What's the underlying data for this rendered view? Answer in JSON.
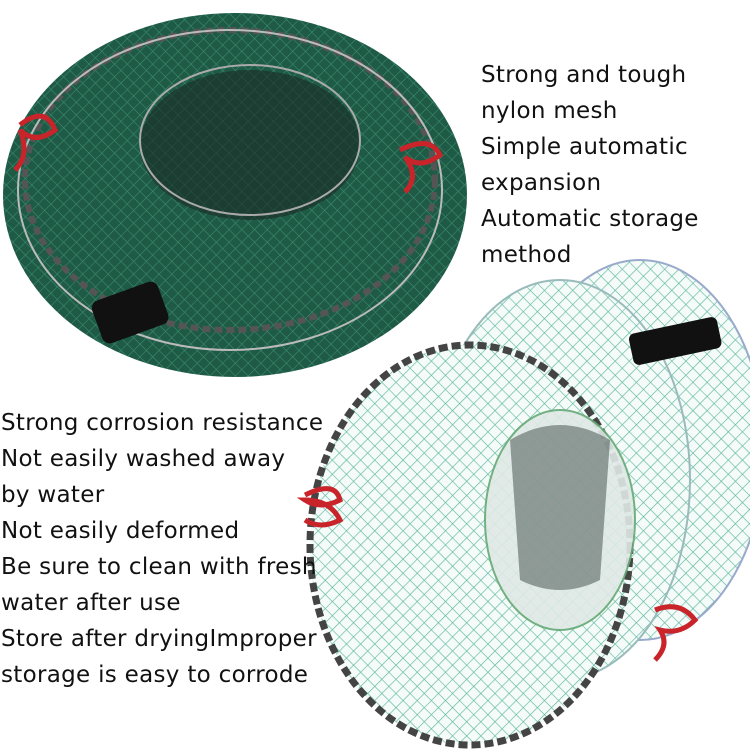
{
  "top_features": [
    "Strong and tough",
    "nylon mesh",
    "Simple automatic",
    "expansion",
    "Automatic storage",
    "method"
  ],
  "bottom_features": [
    "Strong corrosion resistance",
    "Not easily washed away",
    "by water",
    "Not easily deformed",
    "Be sure to clean with fresh",
    "water after use",
    "Store after dryingImproper",
    "storage is easy to corrode"
  ],
  "colors": {
    "folded_net": "#1f5a45",
    "expanded_net": "#7fc8b4",
    "rim": "#4a4a4a",
    "clip": "#c8242a"
  }
}
